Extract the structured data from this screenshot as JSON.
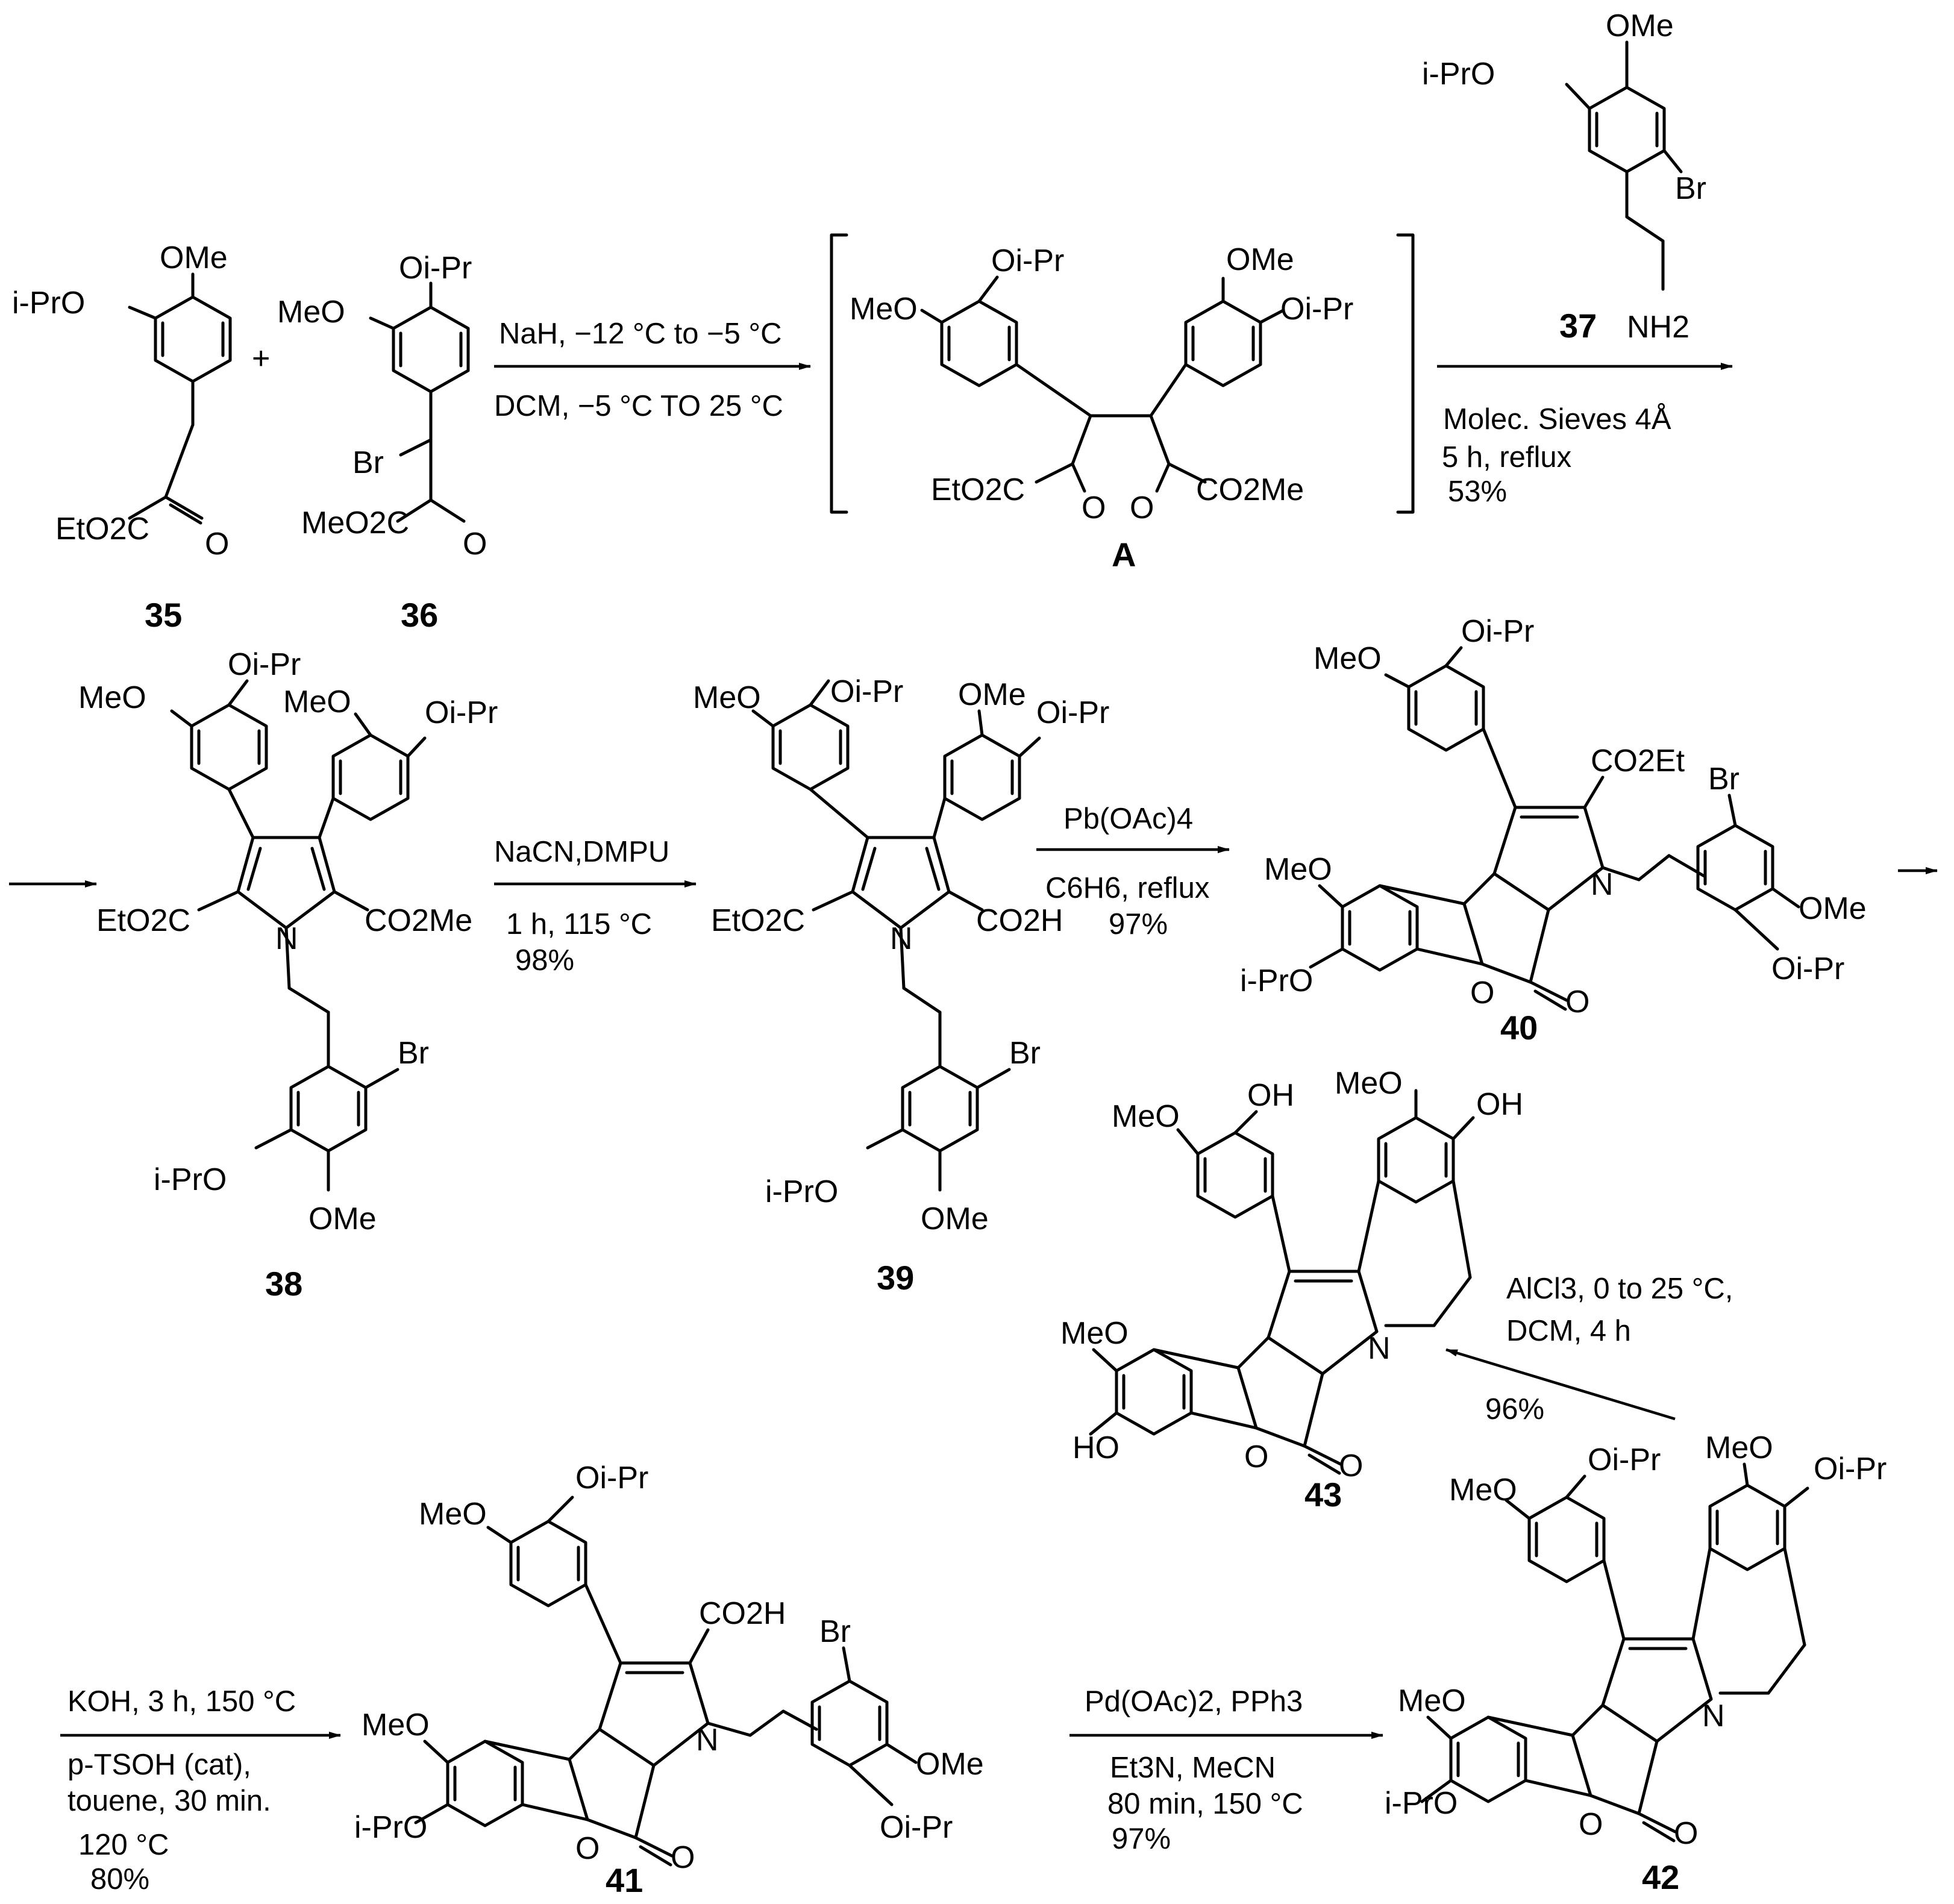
{
  "compounds": {
    "c35": {
      "number": "35",
      "labels": [
        "OMe",
        "i-PrO",
        "EtO2C",
        "O"
      ]
    },
    "c36": {
      "number": "36",
      "labels": [
        "Oi-Pr",
        "MeO",
        "Br",
        "MeO2C",
        "O"
      ]
    },
    "cA": {
      "number": "A",
      "labels": [
        "Oi-Pr",
        "MeO",
        "OMe",
        "Oi-Pr",
        "EtO2C",
        "O",
        "O",
        "CO2Me"
      ]
    },
    "c37": {
      "number": "37",
      "labels": [
        "OMe",
        "i-PrO",
        "Br",
        "NH2"
      ]
    },
    "c38": {
      "number": "38",
      "labels": [
        "Oi-Pr",
        "MeO",
        "MeO",
        "Oi-Pr",
        "EtO2C",
        "N",
        "CO2Me",
        "Br",
        "i-PrO",
        "OMe"
      ]
    },
    "c39": {
      "number": "39",
      "labels": [
        "MeO",
        "Oi-Pr",
        "OMe",
        "Oi-Pr",
        "EtO2C",
        "N",
        "CO2H",
        "Br",
        "i-PrO",
        "OMe"
      ]
    },
    "c40": {
      "number": "40",
      "labels": [
        "MeO",
        "Oi-Pr",
        "CO2Et",
        "Br",
        "MeO",
        "N",
        "OMe",
        "i-PrO",
        "O",
        "O",
        "Oi-Pr"
      ]
    },
    "c43": {
      "number": "43",
      "labels": [
        "MeO",
        "OH",
        "MeO",
        "OH",
        "MeO",
        "N",
        "HO",
        "O",
        "O"
      ]
    },
    "c41": {
      "number": "41",
      "labels": [
        "MeO",
        "Oi-Pr",
        "CO2H",
        "Br",
        "MeO",
        "N",
        "OMe",
        "i-PrO",
        "O",
        "O",
        "Oi-Pr"
      ]
    },
    "c42": {
      "number": "42",
      "labels": [
        "MeO",
        "Oi-Pr",
        "MeO",
        "Oi-Pr",
        "MeO",
        "N",
        "i-PrO",
        "O",
        "O"
      ]
    }
  },
  "plus": "+",
  "steps": {
    "s1": {
      "lines": [
        "NaH, −12 °C to −5 °C",
        "DCM, −5 °C TO 25 °C"
      ]
    },
    "s2": {
      "lines": [
        "Molec. Sieves 4Å",
        "5 h, reflux",
        "53%"
      ]
    },
    "s3": {
      "lines": [
        "NaCN,DMPU",
        "1 h, 115 °C",
        "98%"
      ]
    },
    "s4": {
      "lines": [
        "Pb(OAc)4",
        "C6H6, reflux",
        "97%"
      ]
    },
    "s5": {
      "lines": [
        "AlCl3, 0 to 25 °C,",
        "DCM, 4 h",
        "96%"
      ]
    },
    "s6": {
      "lines": [
        "KOH, 3 h, 150 °C",
        "p-TSOH (cat),",
        "touene, 30 min.",
        "120 °C",
        "80%"
      ]
    },
    "s7": {
      "lines": [
        "Pd(OAc)2, PPh3",
        "Et3N, MeCN",
        "80 min, 150 °C",
        "97%"
      ]
    }
  }
}
